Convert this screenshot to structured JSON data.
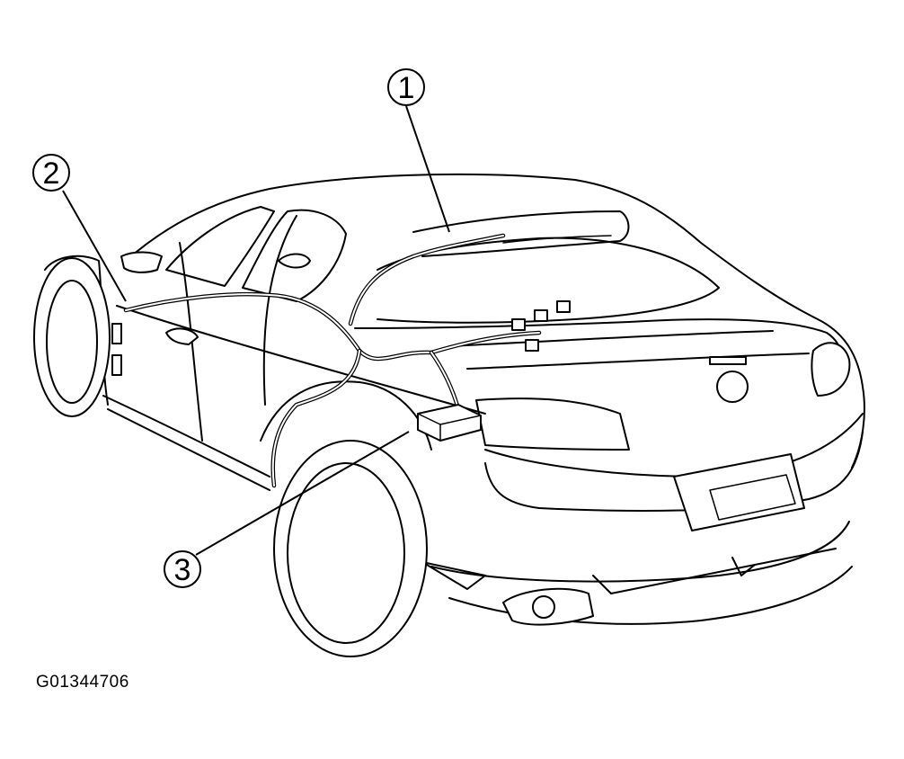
{
  "figure": {
    "id_label": "G01344706",
    "subject": "car-rear-three-quarter-view"
  },
  "callouts": [
    {
      "number": "1"
    },
    {
      "number": "2"
    },
    {
      "number": "3"
    }
  ],
  "colors": {
    "line": "#000000",
    "background": "#ffffff"
  }
}
